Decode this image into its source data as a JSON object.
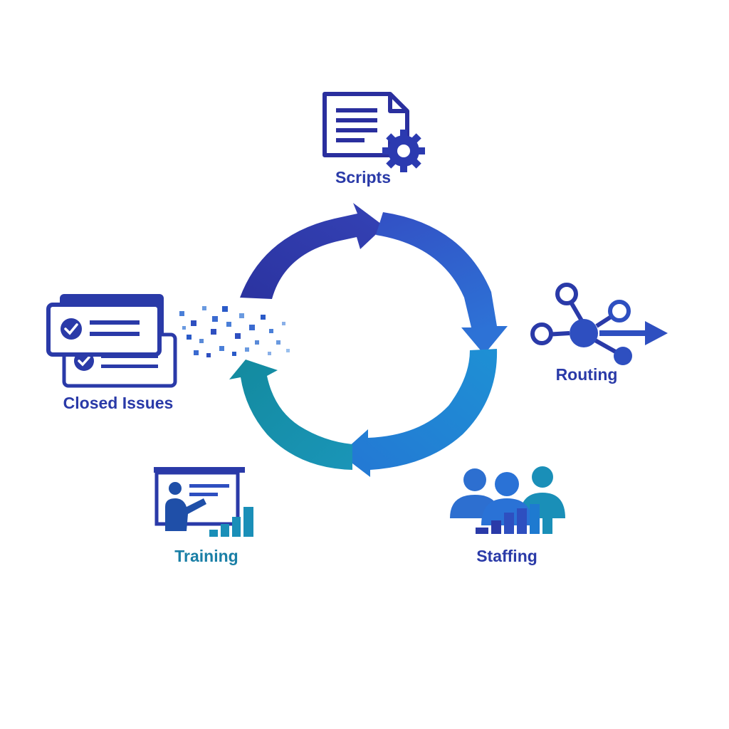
{
  "diagram": {
    "nodes": [
      {
        "id": "scripts",
        "label": "Scripts",
        "icon": "document-gear-icon",
        "color": "#2a3aa8"
      },
      {
        "id": "routing",
        "label": "Routing",
        "icon": "network-routing-icon",
        "color": "#2a3aa8"
      },
      {
        "id": "staffing",
        "label": "Staffing",
        "icon": "team-growth-icon",
        "color": "#2a3aa8"
      },
      {
        "id": "training",
        "label": "Training",
        "icon": "presentation-icon",
        "color": "#1a7fa6"
      },
      {
        "id": "closed",
        "label": "Closed Issues",
        "icon": "checked-cards-icon",
        "color": "#2a3aa8"
      }
    ],
    "cycle": {
      "segments": 4,
      "colors": [
        "#2e35a6",
        "#2f5fcf",
        "#1f86d0",
        "#168aa6"
      ]
    }
  }
}
